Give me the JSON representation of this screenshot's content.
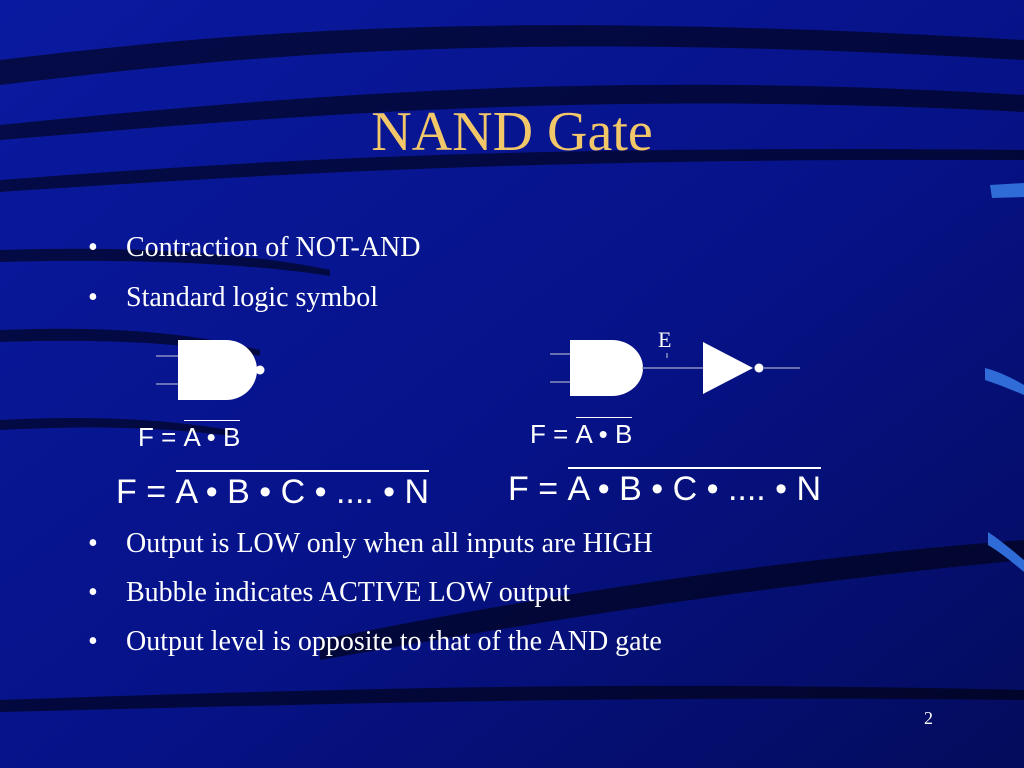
{
  "slide": {
    "title": "NAND Gate",
    "bullets_top": [
      "Contraction of NOT-AND",
      "Standard logic symbol"
    ],
    "bullet_marker": "•",
    "diagram": {
      "enable_label": "E",
      "eq_left_small_lhs": "F = ",
      "eq_left_small_rhs": "A • B",
      "eq_right_small_lhs": "F = ",
      "eq_right_small_rhs": "A • B",
      "eq_left_large_lhs": "F = ",
      "eq_left_large_rhs": "A • B • C • .... • N",
      "eq_right_large_lhs": "F = ",
      "eq_right_large_rhs": "A • B • C • .... • N"
    },
    "bullets_bottom": [
      "Output is LOW only when all inputs are HIGH",
      "Bubble indicates ACTIVE LOW output",
      "Output level is opposite to that of the AND gate"
    ],
    "page_number": "2"
  },
  "colors": {
    "background": "#06106e",
    "title": "#f2c76a",
    "text": "#ffffff",
    "gate_fill": "#ffffff"
  }
}
